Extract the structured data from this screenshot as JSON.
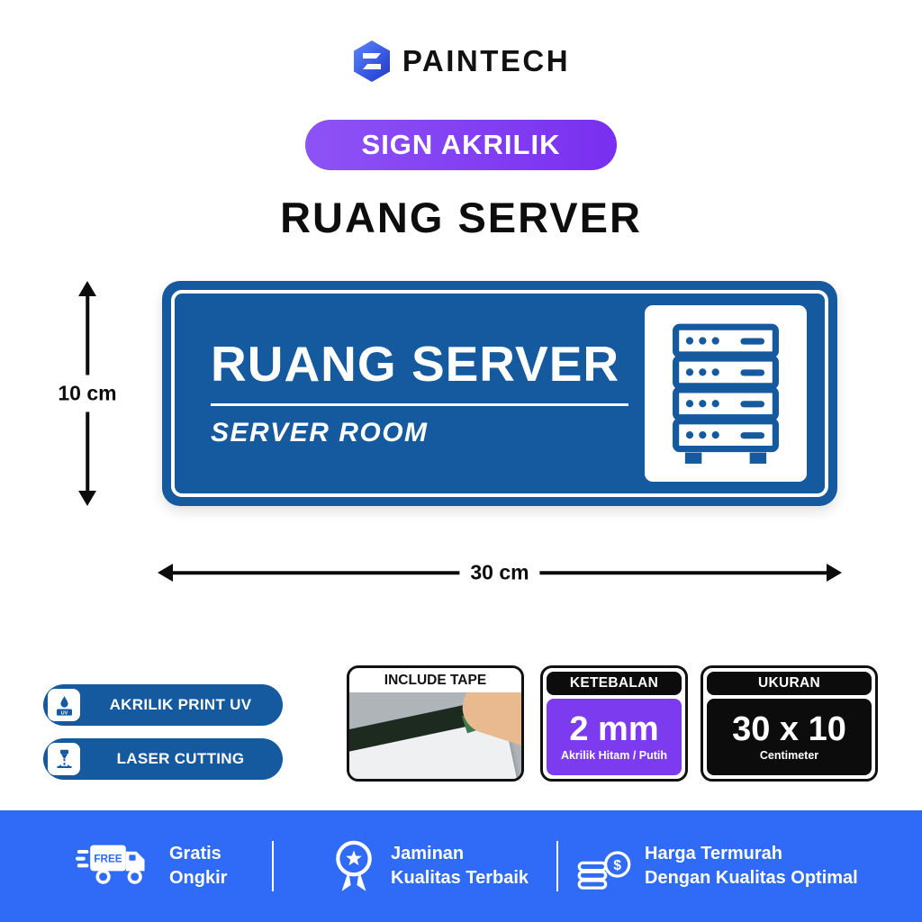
{
  "brand": {
    "name": "PAINTECH"
  },
  "badge": {
    "label": "SIGN AKRILIK"
  },
  "page_title": "RUANG SERVER",
  "sign": {
    "title": "RUANG SERVER",
    "subtitle": "SERVER ROOM",
    "height_label": "10 cm",
    "width_label": "30 cm"
  },
  "features": [
    {
      "label": "AKRILIK PRINT UV",
      "icon": "uv-print-icon"
    },
    {
      "label": "LASER CUTTING",
      "icon": "laser-cutting-icon"
    }
  ],
  "info_cards": {
    "tape": {
      "header": "INCLUDE TAPE"
    },
    "thickness": {
      "header": "KETEBALAN",
      "value": "2 mm",
      "note": "Akrilik Hitam / Putih"
    },
    "size": {
      "header": "UKURAN",
      "value": "30 x 10",
      "note": "Centimeter"
    }
  },
  "footer": {
    "items": [
      {
        "icon": "free-shipping-truck-icon",
        "line1": "Gratis",
        "line2": "Ongkir"
      },
      {
        "icon": "quality-badge-icon",
        "line1": "Jaminan",
        "line2": "Kualitas Terbaik"
      },
      {
        "icon": "coins-icon",
        "line1": "Harga Termurah",
        "line2": "Dengan Kualitas Optimal"
      }
    ]
  },
  "icon_labels": {
    "free": "FREE",
    "uv": "UV",
    "dollar": "$"
  },
  "colors": {
    "sign_blue": "#15599E",
    "accent_purple": "#7D3BF0",
    "footer_blue": "#2F6BF6",
    "text_black": "#0D0D0D"
  }
}
